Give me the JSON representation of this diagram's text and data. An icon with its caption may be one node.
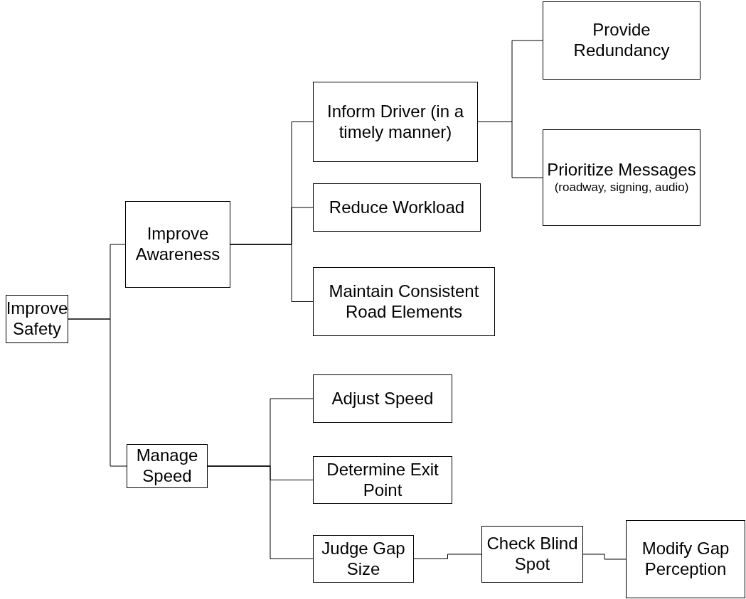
{
  "diagram": {
    "nodes": [
      {
        "text": [
          "Improve Safety"
        ]
      },
      {
        "text": [
          "Improve Awareness"
        ]
      },
      {
        "text": [
          "Manage Speed"
        ]
      },
      {
        "text": [
          "Inform Driver (in a timely manner)"
        ]
      },
      {
        "text": [
          "Reduce Workload"
        ]
      },
      {
        "text": [
          "Maintain Consistent Road Elements"
        ]
      },
      {
        "text": [
          "Provide Redundancy"
        ]
      },
      {
        "text": [
          "Prioritize Messages",
          "(roadway, signing, audio)"
        ]
      },
      {
        "text": [
          "Adjust Speed"
        ]
      },
      {
        "text": [
          "Determine Exit Point"
        ]
      },
      {
        "text": [
          "Judge Gap Size"
        ]
      },
      {
        "text": [
          "Check Blind Spot"
        ]
      },
      {
        "text": [
          "Modify Gap Perception"
        ]
      }
    ],
    "edges": [
      {
        "from": 0,
        "to": 1,
        "arrow": "none"
      },
      {
        "from": 0,
        "to": 2,
        "arrow": "none"
      },
      {
        "from": 1,
        "to": 3,
        "arrow": "none"
      },
      {
        "from": 1,
        "to": 4,
        "arrow": "none"
      },
      {
        "from": 1,
        "to": 5,
        "arrow": "none"
      },
      {
        "from": 3,
        "to": 6,
        "arrow": "none"
      },
      {
        "from": 3,
        "to": 7,
        "arrow": "none"
      },
      {
        "from": 2,
        "to": 8,
        "arrow": "none"
      },
      {
        "from": 2,
        "to": 9,
        "arrow": "none"
      },
      {
        "from": 2,
        "to": 10,
        "arrow": "none"
      },
      {
        "from": 10,
        "to": 11,
        "arrow": "none"
      },
      {
        "from": 11,
        "to": 12,
        "arrow": "none"
      }
    ]
  }
}
